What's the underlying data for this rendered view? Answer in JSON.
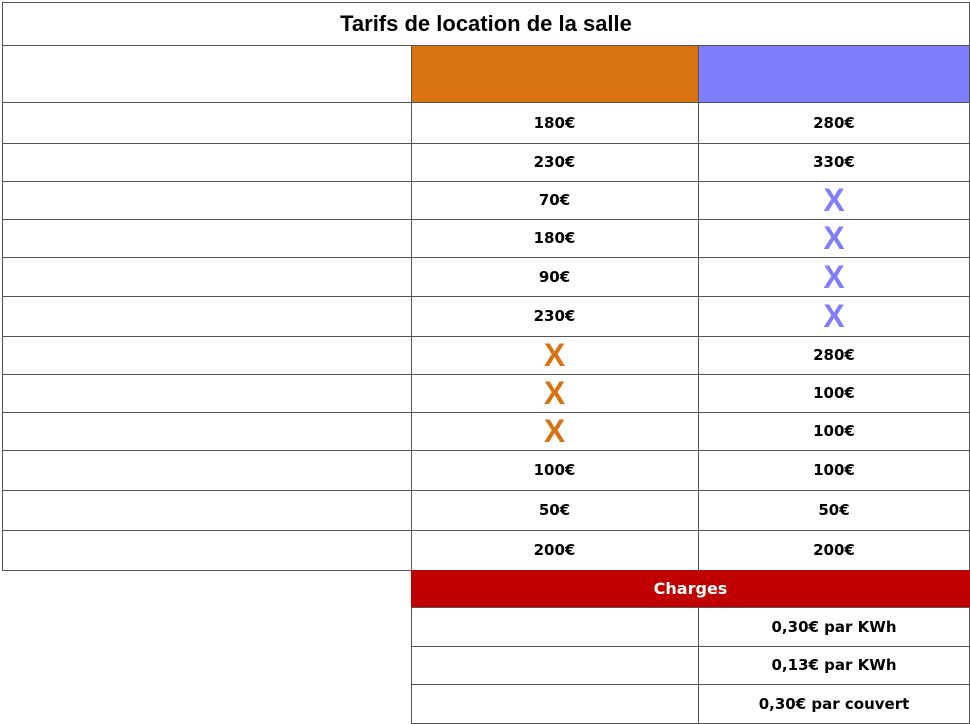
{
  "title": "Tarifs de location de la salle",
  "colors": {
    "col1_header": "#d97311",
    "col2_header": "#7f7ffe",
    "charges_band": "#c00000",
    "x_col1": "#d97311",
    "x_col2": "#7f7ffe"
  },
  "rows": [
    {
      "col1": "180€",
      "col2": "280€"
    },
    {
      "col1": "230€",
      "col2": "330€"
    },
    {
      "col1": "70€",
      "col2": "X"
    },
    {
      "col1": "180€",
      "col2": "X"
    },
    {
      "col1": "90€",
      "col2": "X"
    },
    {
      "col1": "230€",
      "col2": "X"
    },
    {
      "col1": "X",
      "col2": "280€"
    },
    {
      "col1": "X",
      "col2": "100€"
    },
    {
      "col1": "X",
      "col2": "100€"
    },
    {
      "col1": "100€",
      "col2": "100€"
    },
    {
      "col1": "50€",
      "col2": "50€"
    },
    {
      "col1": "200€",
      "col2": "200€"
    }
  ],
  "charges": {
    "label": "Charges",
    "rows": [
      {
        "value": "0,30€ par KWh"
      },
      {
        "value": "0,13€ par KWh"
      },
      {
        "value": "0,30€ par couvert"
      }
    ]
  }
}
